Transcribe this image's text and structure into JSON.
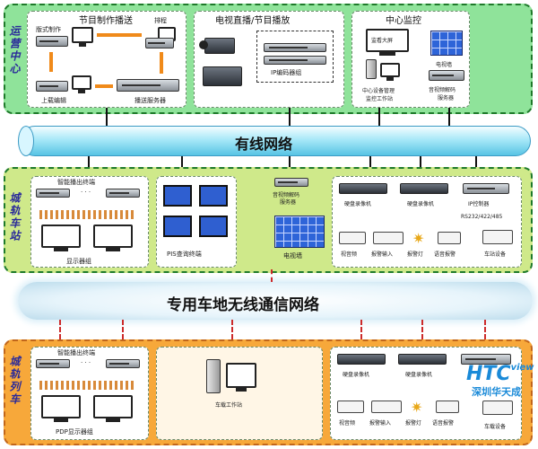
{
  "zones": {
    "ops_center": "运营中心",
    "station": "城轨车站",
    "train": "城轨列车"
  },
  "ops": {
    "program_panel": {
      "title": "节目制作播送",
      "edit_label": "版式制作",
      "upload_label": "上载编辑",
      "schedule_label": "排程",
      "server_label": "播送服务器"
    },
    "live_panel": {
      "title": "电视直播/节目播放",
      "encoder_label": "IP编码器组"
    },
    "monitor_panel": {
      "title": "中心监控",
      "bigscreen_label": "监看大屏",
      "workstation_label_1": "中心设备管理",
      "workstation_label_2": "监控工作站",
      "wall_label": "电视墙",
      "decoder_label_1": "音视频解码",
      "decoder_label_2": "服务器"
    }
  },
  "wired_network": "有线网络",
  "station": {
    "player_label": "智能播出终端",
    "ellipsis": "· · ·",
    "display_label": "显示器组",
    "pis_label": "PIS查询终端",
    "decoder_label_1": "音视频解码",
    "decoder_label_2": "服务器",
    "tvwall_label": "电视墙",
    "recorder_label": "硬盘录像机",
    "ipcontrol_label": "IP控制器",
    "rs_label": "RS232/422/485",
    "sensors": [
      "视音频",
      "报警输入",
      "报警灯",
      "语音报警"
    ],
    "station_device": "车站设备"
  },
  "wireless_network": "专用车地无线通信网络",
  "train": {
    "player_label": "智能播出终端",
    "ellipsis": "· · ·",
    "display_label": "PDP显示器组",
    "workstation_label": "车载工作站",
    "recorder_label": "硬盘录像机",
    "sensors": [
      "视音频",
      "报警输入",
      "报警灯",
      "语音报警"
    ],
    "train_device": "车载设备"
  },
  "watermark": {
    "brand": "HTC",
    "brand_suffix": "view",
    "subtitle": "深圳华天成"
  }
}
